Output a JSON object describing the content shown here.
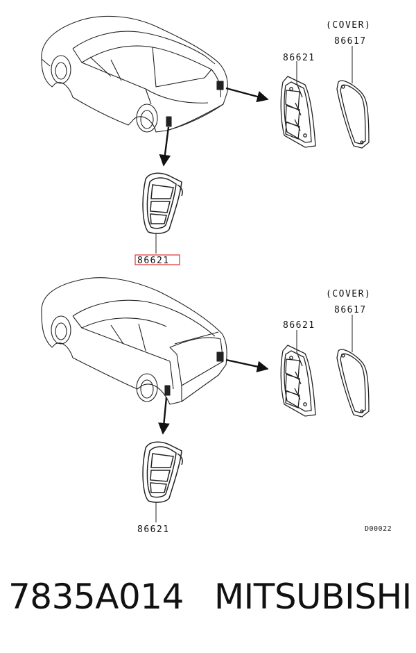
{
  "diagram": {
    "top": {
      "cover_label": "(COVER)",
      "cover_part": "86617",
      "grille_part_right": "86621",
      "grille_part_bottom": "86621"
    },
    "bottom": {
      "cover_label": "(COVER)",
      "cover_part": "86617",
      "grille_part_right": "86621",
      "grille_part_bottom": "86621"
    },
    "drawing_code": "D00022",
    "highlight_color": "#e03030"
  },
  "footer": {
    "part_number": "7835A014",
    "brand": "MITSUBISHI"
  }
}
